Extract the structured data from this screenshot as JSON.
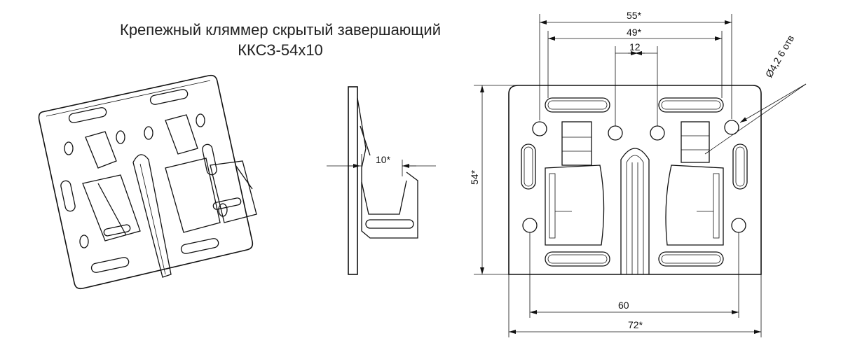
{
  "title": {
    "line1": "Крепежный кляммер скрытый завершающий",
    "line2": "ККСЗ-54х10"
  },
  "dimensions": {
    "width_top_outer": "55*",
    "width_top_inner": "49*",
    "center_gap": "12",
    "hole_note": "Ø4,2 6 отв",
    "height": "54*",
    "side_depth": "10*",
    "hole_span": "60",
    "overall_width": "72*"
  }
}
